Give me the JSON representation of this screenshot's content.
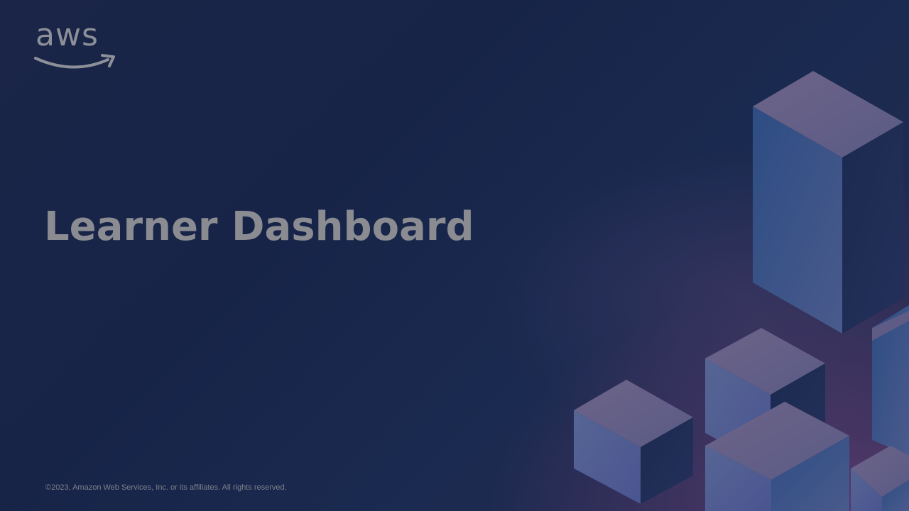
{
  "slide": {
    "logo": {
      "text": "aws",
      "icon": "aws-smile-arrow-icon"
    },
    "title": "Learner Dashboard",
    "footer": "©2023, Amazon Web Services, Inc. or its affiliates. All rights reserved."
  },
  "colors": {
    "background": "#172448",
    "accent_purple": "#7a4a86",
    "title_text": "#8b8c92",
    "cube_blue": "#2f4f86",
    "cube_purple": "#6a5d86"
  }
}
